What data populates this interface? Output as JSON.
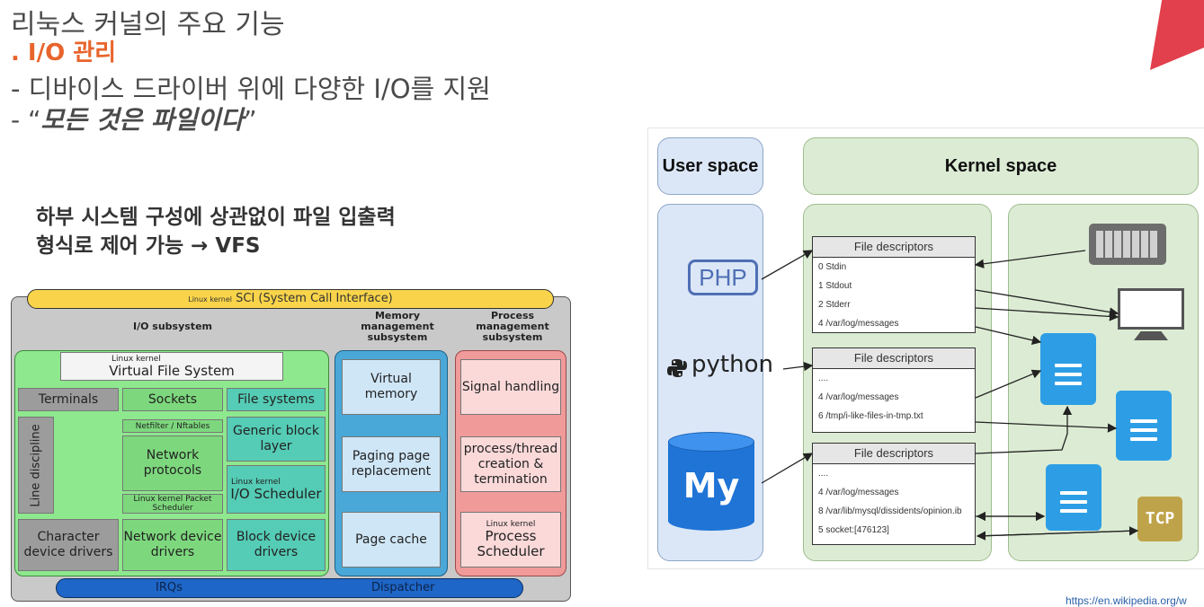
{
  "header": {
    "title": "리눅스 커널의 주요 기능",
    "subtitle": ". I/O 관리",
    "line1": "- 디바이스 드라이버 위에 다양한 I/O를 지원",
    "line2_prefix": "- “",
    "line2_em": "모든 것은 파일이다",
    "line2_suffix": "”",
    "note_line1": "하부 시스템 구성에 상관없이 파일 입출력",
    "note_line2": "형식로 제어 가능 → VFS"
  },
  "kernel_diagram": {
    "sci_small": "Linux kernel",
    "sci": "SCI (System Call Interface)",
    "io_subsystem": "I/O subsystem",
    "memory_subsystem": "Memory management subsystem",
    "process_subsystem": "Process management subsystem",
    "vfs_small": "Linux kernel",
    "vfs": "Virtual File System",
    "terminals": "Terminals",
    "sockets": "Sockets",
    "file_systems": "File systems",
    "line_discipline": "Line discipline",
    "netfilter": "Netfilter / Nftables",
    "network_protocols": "Network protocols",
    "packet_scheduler": "Linux kernel Packet Scheduler",
    "generic_block": "Generic block layer",
    "io_sched_small": "Linux kernel",
    "io_scheduler": "I/O Scheduler",
    "char_drivers": "Character device drivers",
    "net_drivers": "Network device drivers",
    "block_drivers": "Block device drivers",
    "virtual_memory": "Virtual memory",
    "paging": "Paging page replacement",
    "page_cache": "Page cache",
    "signal": "Signal handling",
    "process_thread": "process/thread creation & termination",
    "proc_sched_small": "Linux kernel",
    "process_scheduler": "Process Scheduler",
    "irqs": "IRQs",
    "dispatcher": "Dispatcher"
  },
  "fd_diagram": {
    "user_space": "User space",
    "kernel_space": "Kernel space",
    "php": "PHP",
    "python": "python",
    "mysql": "My",
    "fd_title": "File descriptors",
    "table1": [
      "0 Stdin",
      "1 Stdout",
      "2 Stderr",
      "4 /var/log/messages"
    ],
    "table2": [
      "....",
      "4 /var/log/messages",
      "6 /tmp/i-like-files-in-tmp.txt"
    ],
    "table3": [
      "....",
      "4 /var/log/messages",
      "8 /var/lib/mysql/dissidents/opinion.ib",
      "5 socket:[476123]"
    ],
    "tcp": "TCP",
    "source_url": "https://en.wikipedia.org/w"
  },
  "colors": {
    "accent_orange": "#e8642c",
    "corner_red": "#e2404c",
    "user_space": "#dbe7f7",
    "kernel_space": "#dcecd4",
    "doc_blue": "#2d9ee6"
  }
}
